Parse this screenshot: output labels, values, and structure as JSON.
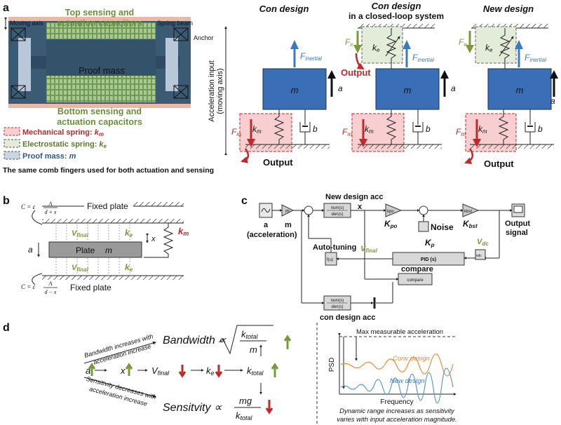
{
  "colors": {
    "green": "#7a9a3a",
    "red": "#c0282a",
    "blue": "#3a78c0",
    "mass": "#3a6fb8",
    "pinkfill": "#f7cfd0",
    "greenfill": "#e3ecd8",
    "orange": "#e8893a",
    "plate": "#9a9a9a"
  },
  "panel_a": {
    "label": "a",
    "moving_axis": "Moving axis",
    "spring_beam": "Spring beam",
    "anchor": "Anchor",
    "top_caps_l1": "Top sensing and",
    "top_caps_l2": "actuation capacitors",
    "proof_mass": "Proof mass",
    "bottom_caps_l1": "Bottom sensing and",
    "bottom_caps_l2": "actuation capacitors",
    "legend": {
      "mech_text": "Mechanical spring: ",
      "mech_sym": "k",
      "mech_sub": "m",
      "elec_text": "Electrostatic spring: ",
      "elec_sym": "k",
      "elec_sub": "e",
      "proof_text": "Proof mass: ",
      "proof_sym": "m"
    },
    "note": "The same comb fingers used for both actuation and sensing",
    "axis_label_l1": "Acceleration input",
    "axis_label_l2": "(moving axis)",
    "designs": {
      "con_title": "Con design",
      "closed_title_l1": "Con design",
      "closed_title_l2": "in a closed-loop system",
      "new_title": "New design"
    },
    "m": "m",
    "a": "a",
    "b": "b",
    "k": "k",
    "m_sub": "m",
    "e_sub": "e",
    "F": "F",
    "inertial_sub": "inertial",
    "output": "Output"
  },
  "panel_b": {
    "label": "b",
    "fixed_plate_top": "Fixed plate",
    "fixed_plate_bottom": "Fixed plate",
    "C_eq": "C = ε",
    "A": "A",
    "d_plus_x": "d + x",
    "d_minus_x": "d − x",
    "V": "V",
    "final_sub": "final",
    "k": "k",
    "e_sub": "e",
    "m_sub": "m",
    "plate": "Plate",
    "m": "m",
    "x": "x",
    "a": "a"
  },
  "panel_c": {
    "label": "c",
    "new_design_acc": "New design acc",
    "x": "x",
    "num": "num(s)",
    "den": "den(s)",
    "kpo_block": "kpo",
    "kbst_block": "kbst",
    "m_block": "m",
    "noise": "Noise",
    "K": "K",
    "po_sub": "po",
    "bst_sub": "bst",
    "p_sub": "p",
    "output_l1": "Output",
    "output_l2": "signal",
    "a": "a",
    "acceleration": "(acceleration)",
    "m": "m",
    "auto_tuning": "Auto-tuning",
    "V": "V",
    "final_sub": "final",
    "dc_sub": "dc",
    "fu": "f(u)",
    "pid": "PID (s)",
    "vdc": "vdc",
    "compare_label": "compare",
    "compare_block": "compare",
    "con_design_acc": "con design acc"
  },
  "panel_d": {
    "label": "d",
    "bw_arrow_l1": "Bandwidth increases with",
    "bw_arrow_l2": "acceleration increase",
    "bandwidth": "Bandwidth ∝",
    "k": "k",
    "total_sub": "total",
    "m": "m",
    "a": "a",
    "x": "x",
    "V": "V",
    "final_sub": "final",
    "e_sub": "e",
    "sens_arrow_l1": "Sensitivity decreases with",
    "sens_arrow_l2": "acceleration increase",
    "sensitivity": "Sensitvity ∝",
    "mg": "mg",
    "chart": {
      "max_label": "Max measurable acceleration",
      "ylabel": "PSD",
      "xlabel": "Frequency",
      "conv": "Conv design",
      "new": "New design",
      "caption_l1": "Dynamic range increases as sensitivity",
      "caption_l2": "varies with input acceleration magnitude."
    }
  }
}
